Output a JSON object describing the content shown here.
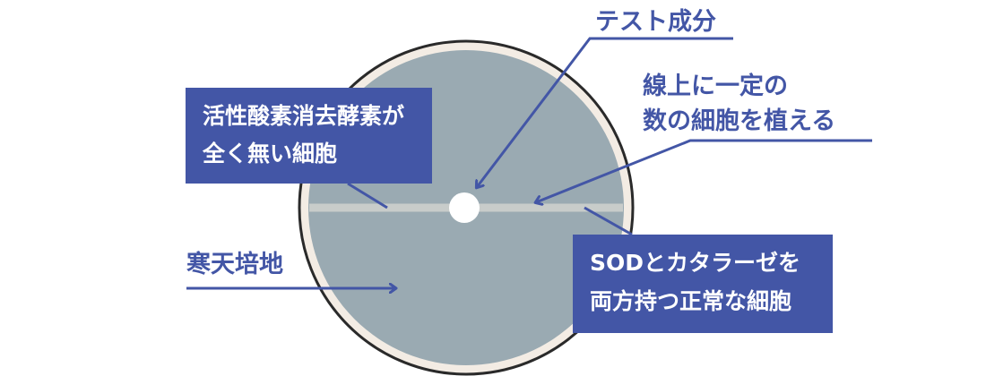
{
  "labels": {
    "test_component": "テスト成分",
    "line_cells_1": "線上に一定の",
    "line_cells_2": "数の細胞を植える",
    "agar_medium": "寒天培地"
  },
  "boxes": {
    "no_enzyme_1": "活性酸素消去酵素が",
    "no_enzyme_2": "全く無い細胞",
    "normal_cells_1": "SODとカタラーゼを",
    "normal_cells_2": "両方持つ正常な細胞"
  },
  "colors": {
    "accent_blue": "#4356a6",
    "dish_fill": "#9aaab2",
    "dish_rim": "#f3ece4",
    "dish_outline": "#2a2a2a",
    "cell_line": "#c8ccca",
    "well": "#ffffff"
  }
}
